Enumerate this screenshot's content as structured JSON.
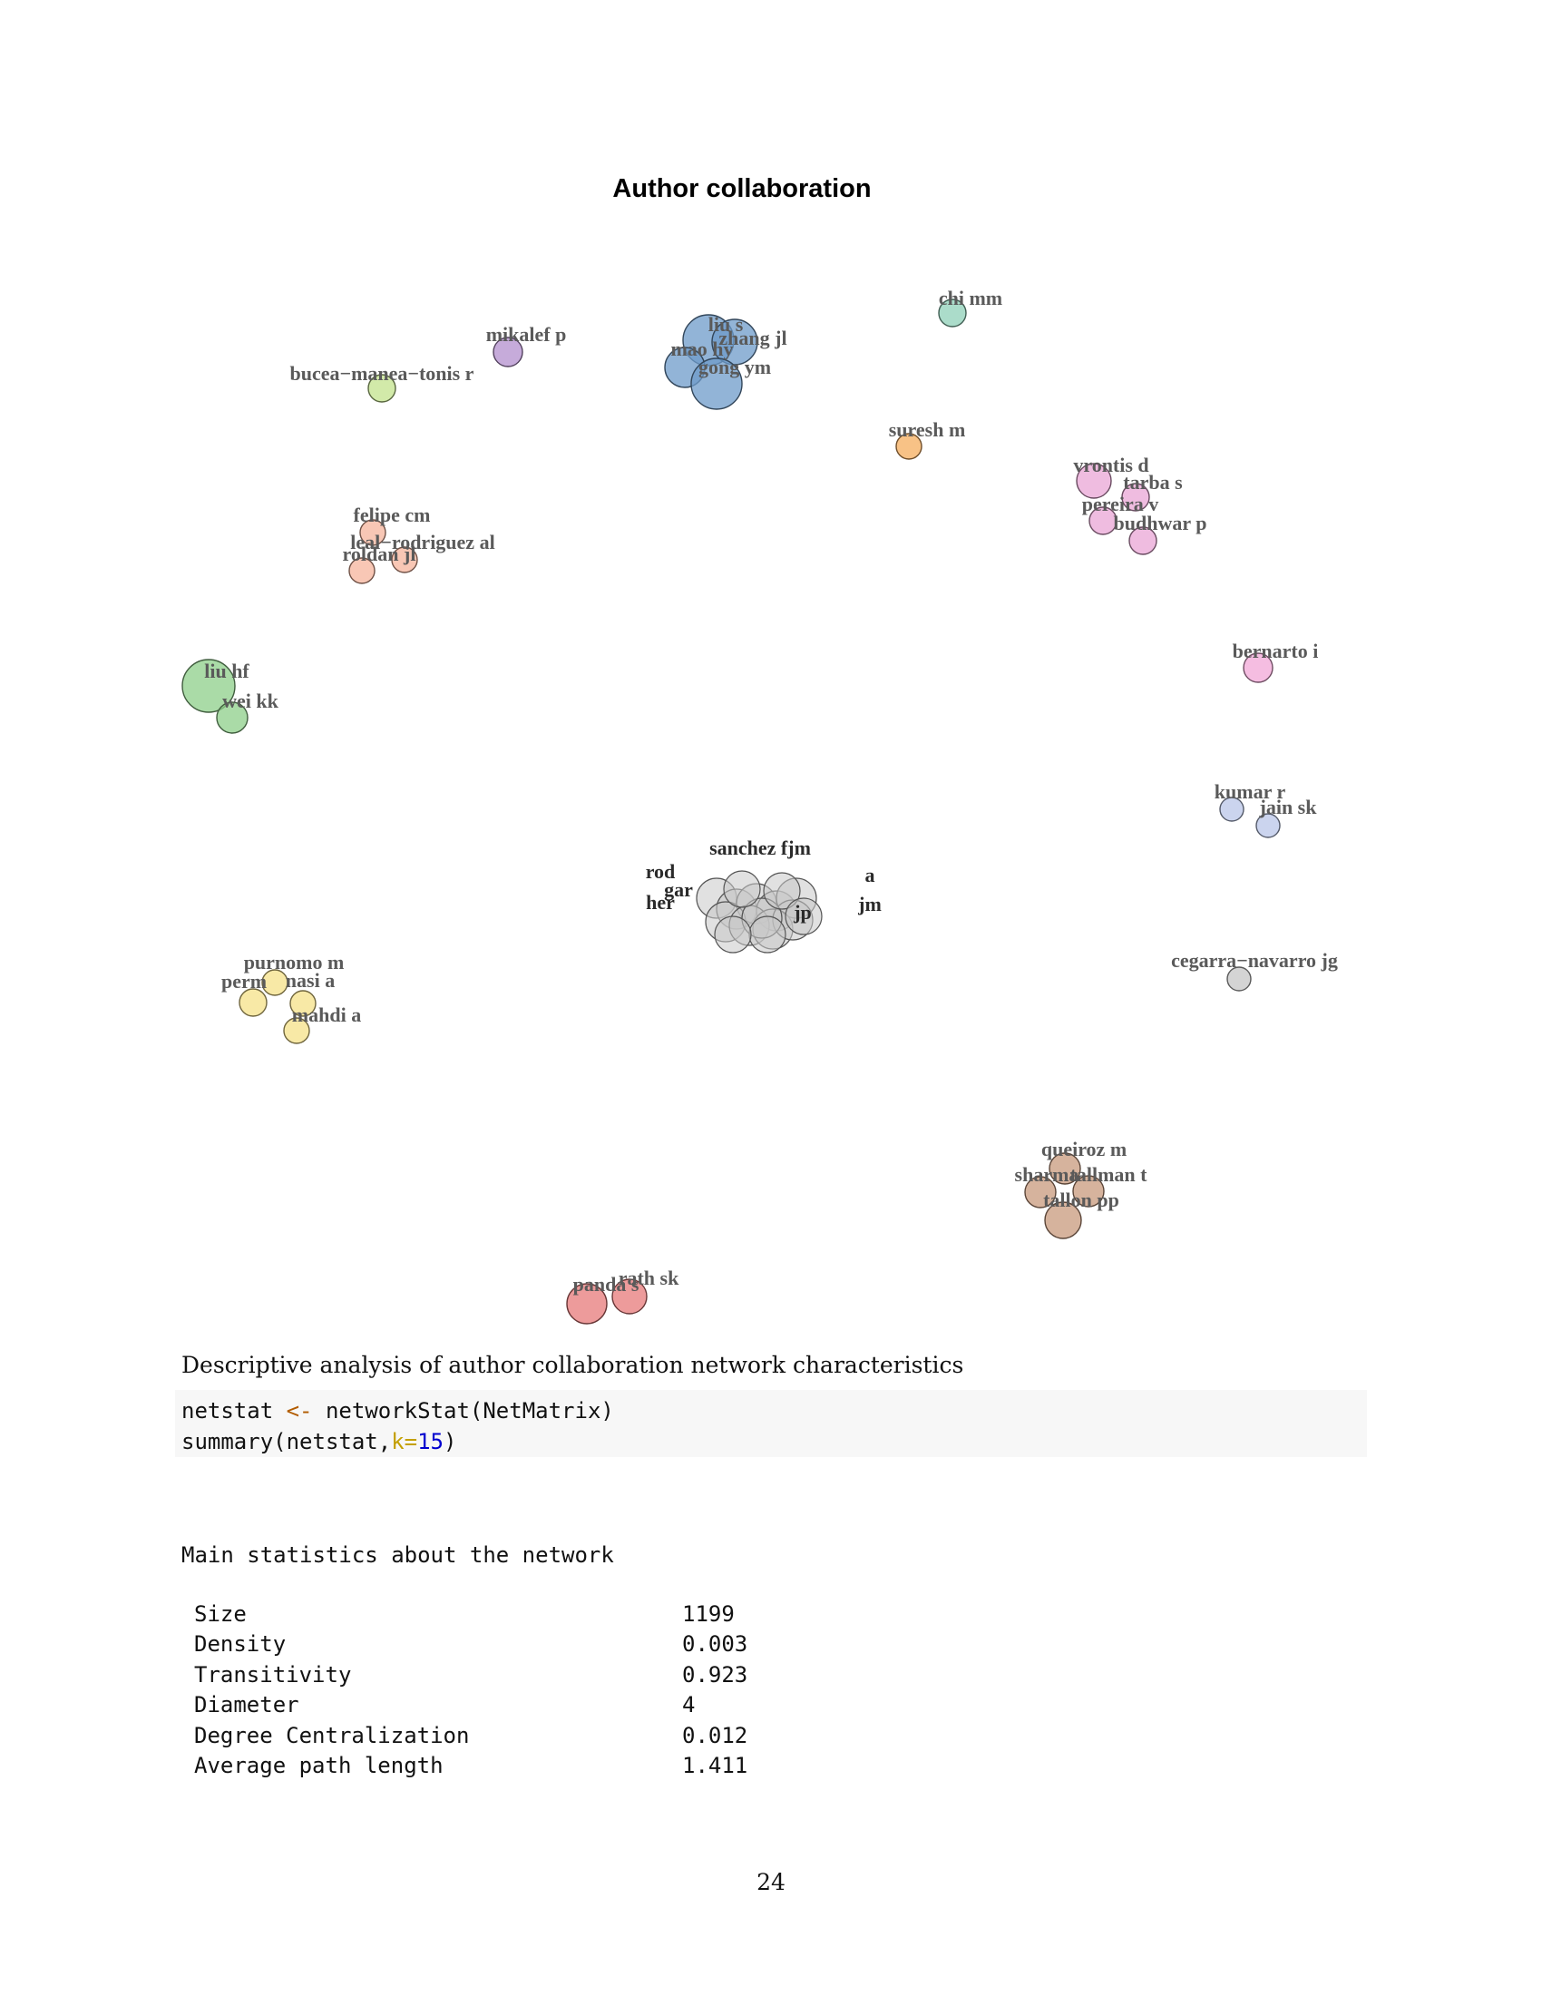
{
  "plot": {
    "title": "Author collaboration"
  },
  "chart_data": {
    "type": "network",
    "title": "Author collaboration",
    "nodes": [
      {
        "label": "chi mm",
        "color": "#8fd0b8",
        "cluster": 1
      },
      {
        "label": "mikalef p",
        "color": "#b38fcd",
        "cluster": 2
      },
      {
        "label": "bucea−manea−tonis r",
        "color": "#c3e38c",
        "cluster": 3
      },
      {
        "label": "liu s",
        "color": "#6e9bc9",
        "cluster": 4
      },
      {
        "label": "zhang jl",
        "color": "#6e9bc9",
        "cluster": 4
      },
      {
        "label": "mao hy",
        "color": "#6e9bc9",
        "cluster": 4
      },
      {
        "label": "gong ym",
        "color": "#6e9bc9",
        "cluster": 4
      },
      {
        "label": "suresh m",
        "color": "#f6ad5e",
        "cluster": 5
      },
      {
        "label": "vrontis d",
        "color": "#e9a6d6",
        "cluster": 6
      },
      {
        "label": "tarba s",
        "color": "#e9a6d6",
        "cluster": 6
      },
      {
        "label": "pereira v",
        "color": "#e9a6d6",
        "cluster": 6
      },
      {
        "label": "budhwar p",
        "color": "#e9a6d6",
        "cluster": 6
      },
      {
        "label": "felipe cm",
        "color": "#f6b49c",
        "cluster": 7
      },
      {
        "label": "leal−rodriguez al",
        "color": "#f6b49c",
        "cluster": 7
      },
      {
        "label": "roldan jl",
        "color": "#f6b49c",
        "cluster": 7
      },
      {
        "label": "liu hf",
        "color": "#8ecf8a",
        "cluster": 8
      },
      {
        "label": "wei kk",
        "color": "#8ecf8a",
        "cluster": 8
      },
      {
        "label": "bernarto i",
        "color": "#f2a7d7",
        "cluster": 9
      },
      {
        "label": "kumar r",
        "color": "#b9c6e8",
        "cluster": 10
      },
      {
        "label": "jain sk",
        "color": "#b9c6e8",
        "cluster": 10
      },
      {
        "label": "sanchez fjm",
        "color": "#cfcfcf",
        "cluster": 11
      },
      {
        "label": "rod",
        "color": "#cfcfcf",
        "cluster": 11
      },
      {
        "label": "her",
        "color": "#cfcfcf",
        "cluster": 11
      },
      {
        "label": "gar",
        "color": "#cfcfcf",
        "cluster": 11
      },
      {
        "label": "a",
        "color": "#cfcfcf",
        "cluster": 11
      },
      {
        "label": "jm",
        "color": "#cfcfcf",
        "cluster": 11
      },
      {
        "label": "jp",
        "color": "#cfcfcf",
        "cluster": 11
      },
      {
        "label": "purnomo m",
        "color": "#f6e188",
        "cluster": 12
      },
      {
        "label": "perm",
        "color": "#f6e188",
        "cluster": 12
      },
      {
        "label": "nasi a",
        "color": "#f6e188",
        "cluster": 12
      },
      {
        "label": "mahdi a",
        "color": "#f6e188",
        "cluster": 12
      },
      {
        "label": "cegarra−navarro jg",
        "color": "#c6c6c6",
        "cluster": 13
      },
      {
        "label": "queiroz m",
        "color": "#c89a7c",
        "cluster": 14
      },
      {
        "label": "sharma",
        "color": "#c89a7c",
        "cluster": 14
      },
      {
        "label": "tallman t",
        "color": "#c89a7c",
        "cluster": 14
      },
      {
        "label": "tallon pp",
        "color": "#c89a7c",
        "cluster": 14
      },
      {
        "label": "panda s",
        "color": "#e77a7a",
        "cluster": 15
      },
      {
        "label": "rath sk",
        "color": "#e77a7a",
        "cluster": 15
      }
    ]
  },
  "caption": "Descriptive analysis of author collaboration network characteristics",
  "code": {
    "line1": {
      "var": "netstat",
      "op": "<-",
      "call": "networkStat(NetMatrix)"
    },
    "line2": {
      "fn": "summary(netstat,",
      "arg": "k=",
      "num": "15",
      "close": ")"
    }
  },
  "output": {
    "heading": "Main statistics about the network",
    "stats": [
      {
        "name": "Size",
        "value": "1199"
      },
      {
        "name": "Density",
        "value": "0.003"
      },
      {
        "name": "Transitivity",
        "value": "0.923"
      },
      {
        "name": "Diameter",
        "value": "4"
      },
      {
        "name": "Degree Centralization",
        "value": "0.012"
      },
      {
        "name": "Average path length",
        "value": "1.411"
      }
    ]
  },
  "page_number": "24"
}
